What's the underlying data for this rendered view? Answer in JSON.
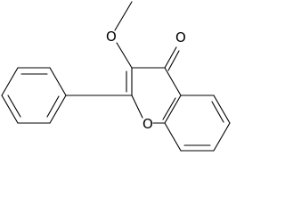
{
  "structure": {
    "atoms": {
      "carbonyl_oxygen": "O",
      "methoxy_oxygen": "O",
      "ring_oxygen": "O"
    },
    "colors": {
      "bond": "#000000",
      "label": "#000000",
      "background": "#ffffff"
    }
  }
}
